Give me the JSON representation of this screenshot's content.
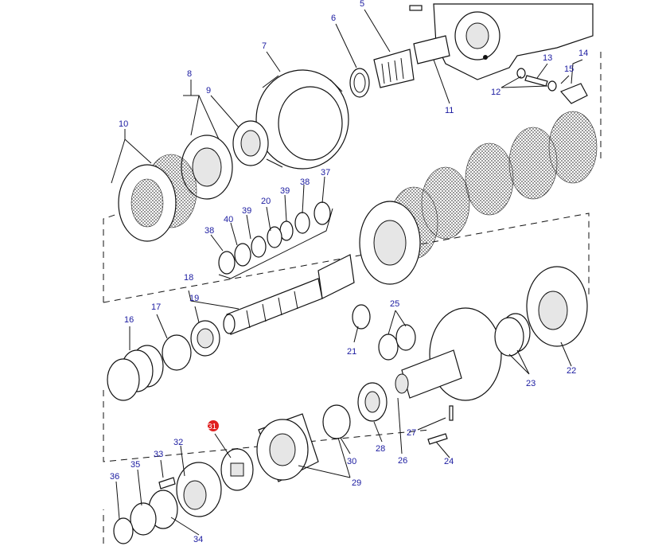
{
  "callouts": [
    {
      "id": "5",
      "label": "5"
    },
    {
      "id": "6",
      "label": "6"
    },
    {
      "id": "7",
      "label": "7"
    },
    {
      "id": "8",
      "label": "8"
    },
    {
      "id": "9",
      "label": "9"
    },
    {
      "id": "10",
      "label": "10"
    },
    {
      "id": "11",
      "label": "11"
    },
    {
      "id": "12",
      "label": "12"
    },
    {
      "id": "13",
      "label": "13"
    },
    {
      "id": "14",
      "label": "14"
    },
    {
      "id": "15",
      "label": "15"
    },
    {
      "id": "16",
      "label": "16"
    },
    {
      "id": "17",
      "label": "17"
    },
    {
      "id": "18",
      "label": "18"
    },
    {
      "id": "19",
      "label": "19"
    },
    {
      "id": "20",
      "label": "20"
    },
    {
      "id": "21",
      "label": "21"
    },
    {
      "id": "22",
      "label": "22"
    },
    {
      "id": "23",
      "label": "23"
    },
    {
      "id": "24",
      "label": "24"
    },
    {
      "id": "25",
      "label": "25"
    },
    {
      "id": "26",
      "label": "26"
    },
    {
      "id": "27",
      "label": "27"
    },
    {
      "id": "28",
      "label": "28"
    },
    {
      "id": "29",
      "label": "29"
    },
    {
      "id": "30",
      "label": "30"
    },
    {
      "id": "31",
      "label": "31"
    },
    {
      "id": "32",
      "label": "32"
    },
    {
      "id": "33",
      "label": "33"
    },
    {
      "id": "34",
      "label": "34"
    },
    {
      "id": "35",
      "label": "35"
    },
    {
      "id": "36",
      "label": "36"
    },
    {
      "id": "37",
      "label": "37"
    },
    {
      "id": "38a",
      "label": "38"
    },
    {
      "id": "38b",
      "label": "38"
    },
    {
      "id": "39a",
      "label": "39"
    },
    {
      "id": "39b",
      "label": "39"
    },
    {
      "id": "40",
      "label": "40"
    }
  ],
  "highlighted_callout": "31",
  "colors": {
    "callout_text": "#1a1aa0",
    "highlight": "#e02020",
    "line": "#111111"
  }
}
